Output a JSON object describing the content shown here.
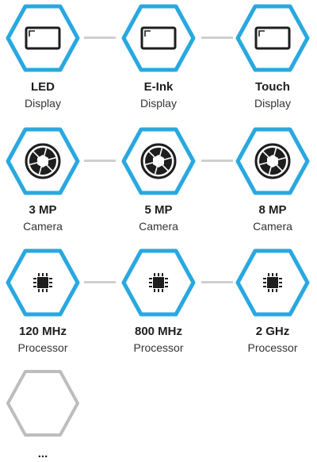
{
  "colors": {
    "active_hex_stroke": "#29a8e0",
    "inactive_hex_stroke": "#bdbdbd",
    "connector": "#cfcfcf",
    "icon": "#1e1e1e"
  },
  "rows": [
    {
      "subtitle": "Display",
      "icon": "display-icon",
      "items": [
        {
          "title": "LED",
          "subtitle": "Display"
        },
        {
          "title": "E-Ink",
          "subtitle": "Display"
        },
        {
          "title": "Touch",
          "subtitle": "Display"
        }
      ]
    },
    {
      "subtitle": "Camera",
      "icon": "camera-aperture-icon",
      "items": [
        {
          "title": "3 MP",
          "subtitle": "Camera"
        },
        {
          "title": "5 MP",
          "subtitle": "Camera"
        },
        {
          "title": "8 MP",
          "subtitle": "Camera"
        }
      ]
    },
    {
      "subtitle": "Processor",
      "icon": "processor-chip-icon",
      "items": [
        {
          "title": "120 MHz",
          "subtitle": "Processor"
        },
        {
          "title": "800 MHz",
          "subtitle": "Processor"
        },
        {
          "title": "2 GHz",
          "subtitle": "Processor"
        }
      ]
    }
  ],
  "pending": {
    "title": "..."
  }
}
